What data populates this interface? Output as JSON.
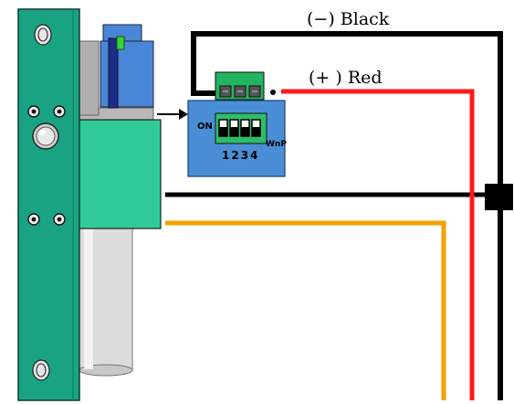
{
  "wiring": {
    "negative_label": "(−) Black",
    "positive_label": "(+ ) Red",
    "negative_color": "#000000",
    "positive_color": "#ff1a1a",
    "signal_color": "#f5a000"
  },
  "lock_body": {
    "faceplate_color": "#1aa383",
    "body_color": "#2ecc9a",
    "plunger_color": "#dedede",
    "solenoid_color": "#4479cc"
  },
  "dip_module": {
    "on_label": "ON",
    "wnp_label": "WnP",
    "switch_numbers": "1234",
    "module_color": "#4a8fd6",
    "terminal_color": "#20b060"
  }
}
